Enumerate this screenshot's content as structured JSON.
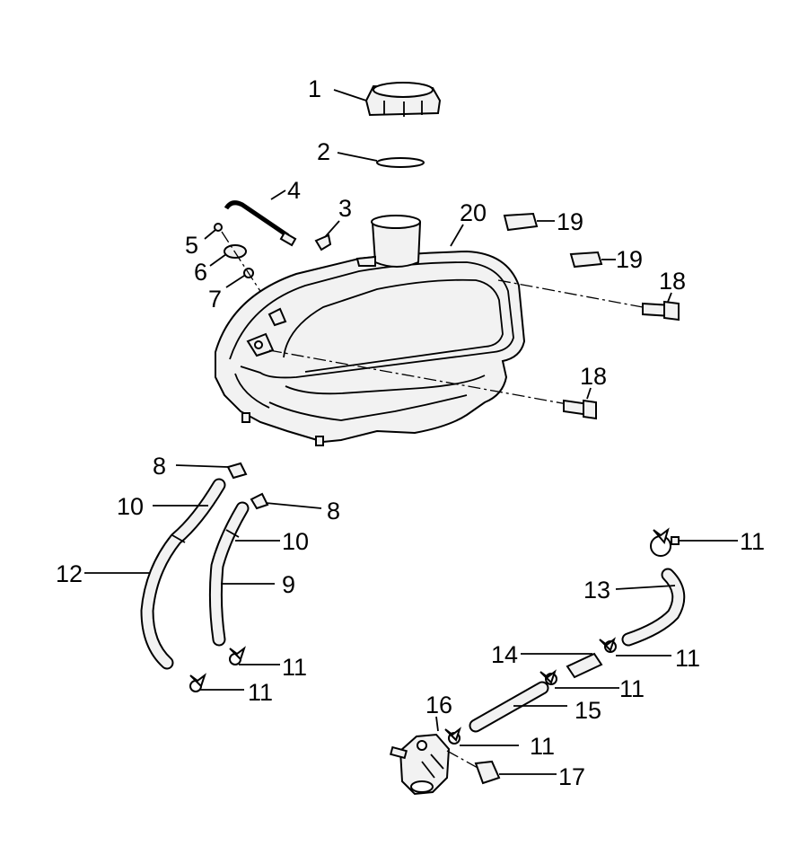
{
  "labels": {
    "l1": "1",
    "l2": "2",
    "l3": "3",
    "l4": "4",
    "l5": "5",
    "l6": "6",
    "l7": "7",
    "l8a": "8",
    "l8b": "8",
    "l9": "9",
    "l10a": "10",
    "l10b": "10",
    "l11a": "11",
    "l11b": "11",
    "l11c": "11",
    "l11d": "11",
    "l11e": "11",
    "l11f": "11",
    "l12": "12",
    "l13": "13",
    "l14": "14",
    "l15": "15",
    "l16": "16",
    "l17": "17",
    "l18a": "18",
    "l18b": "18",
    "l19a": "19",
    "l19b": "19",
    "l20": "20"
  }
}
